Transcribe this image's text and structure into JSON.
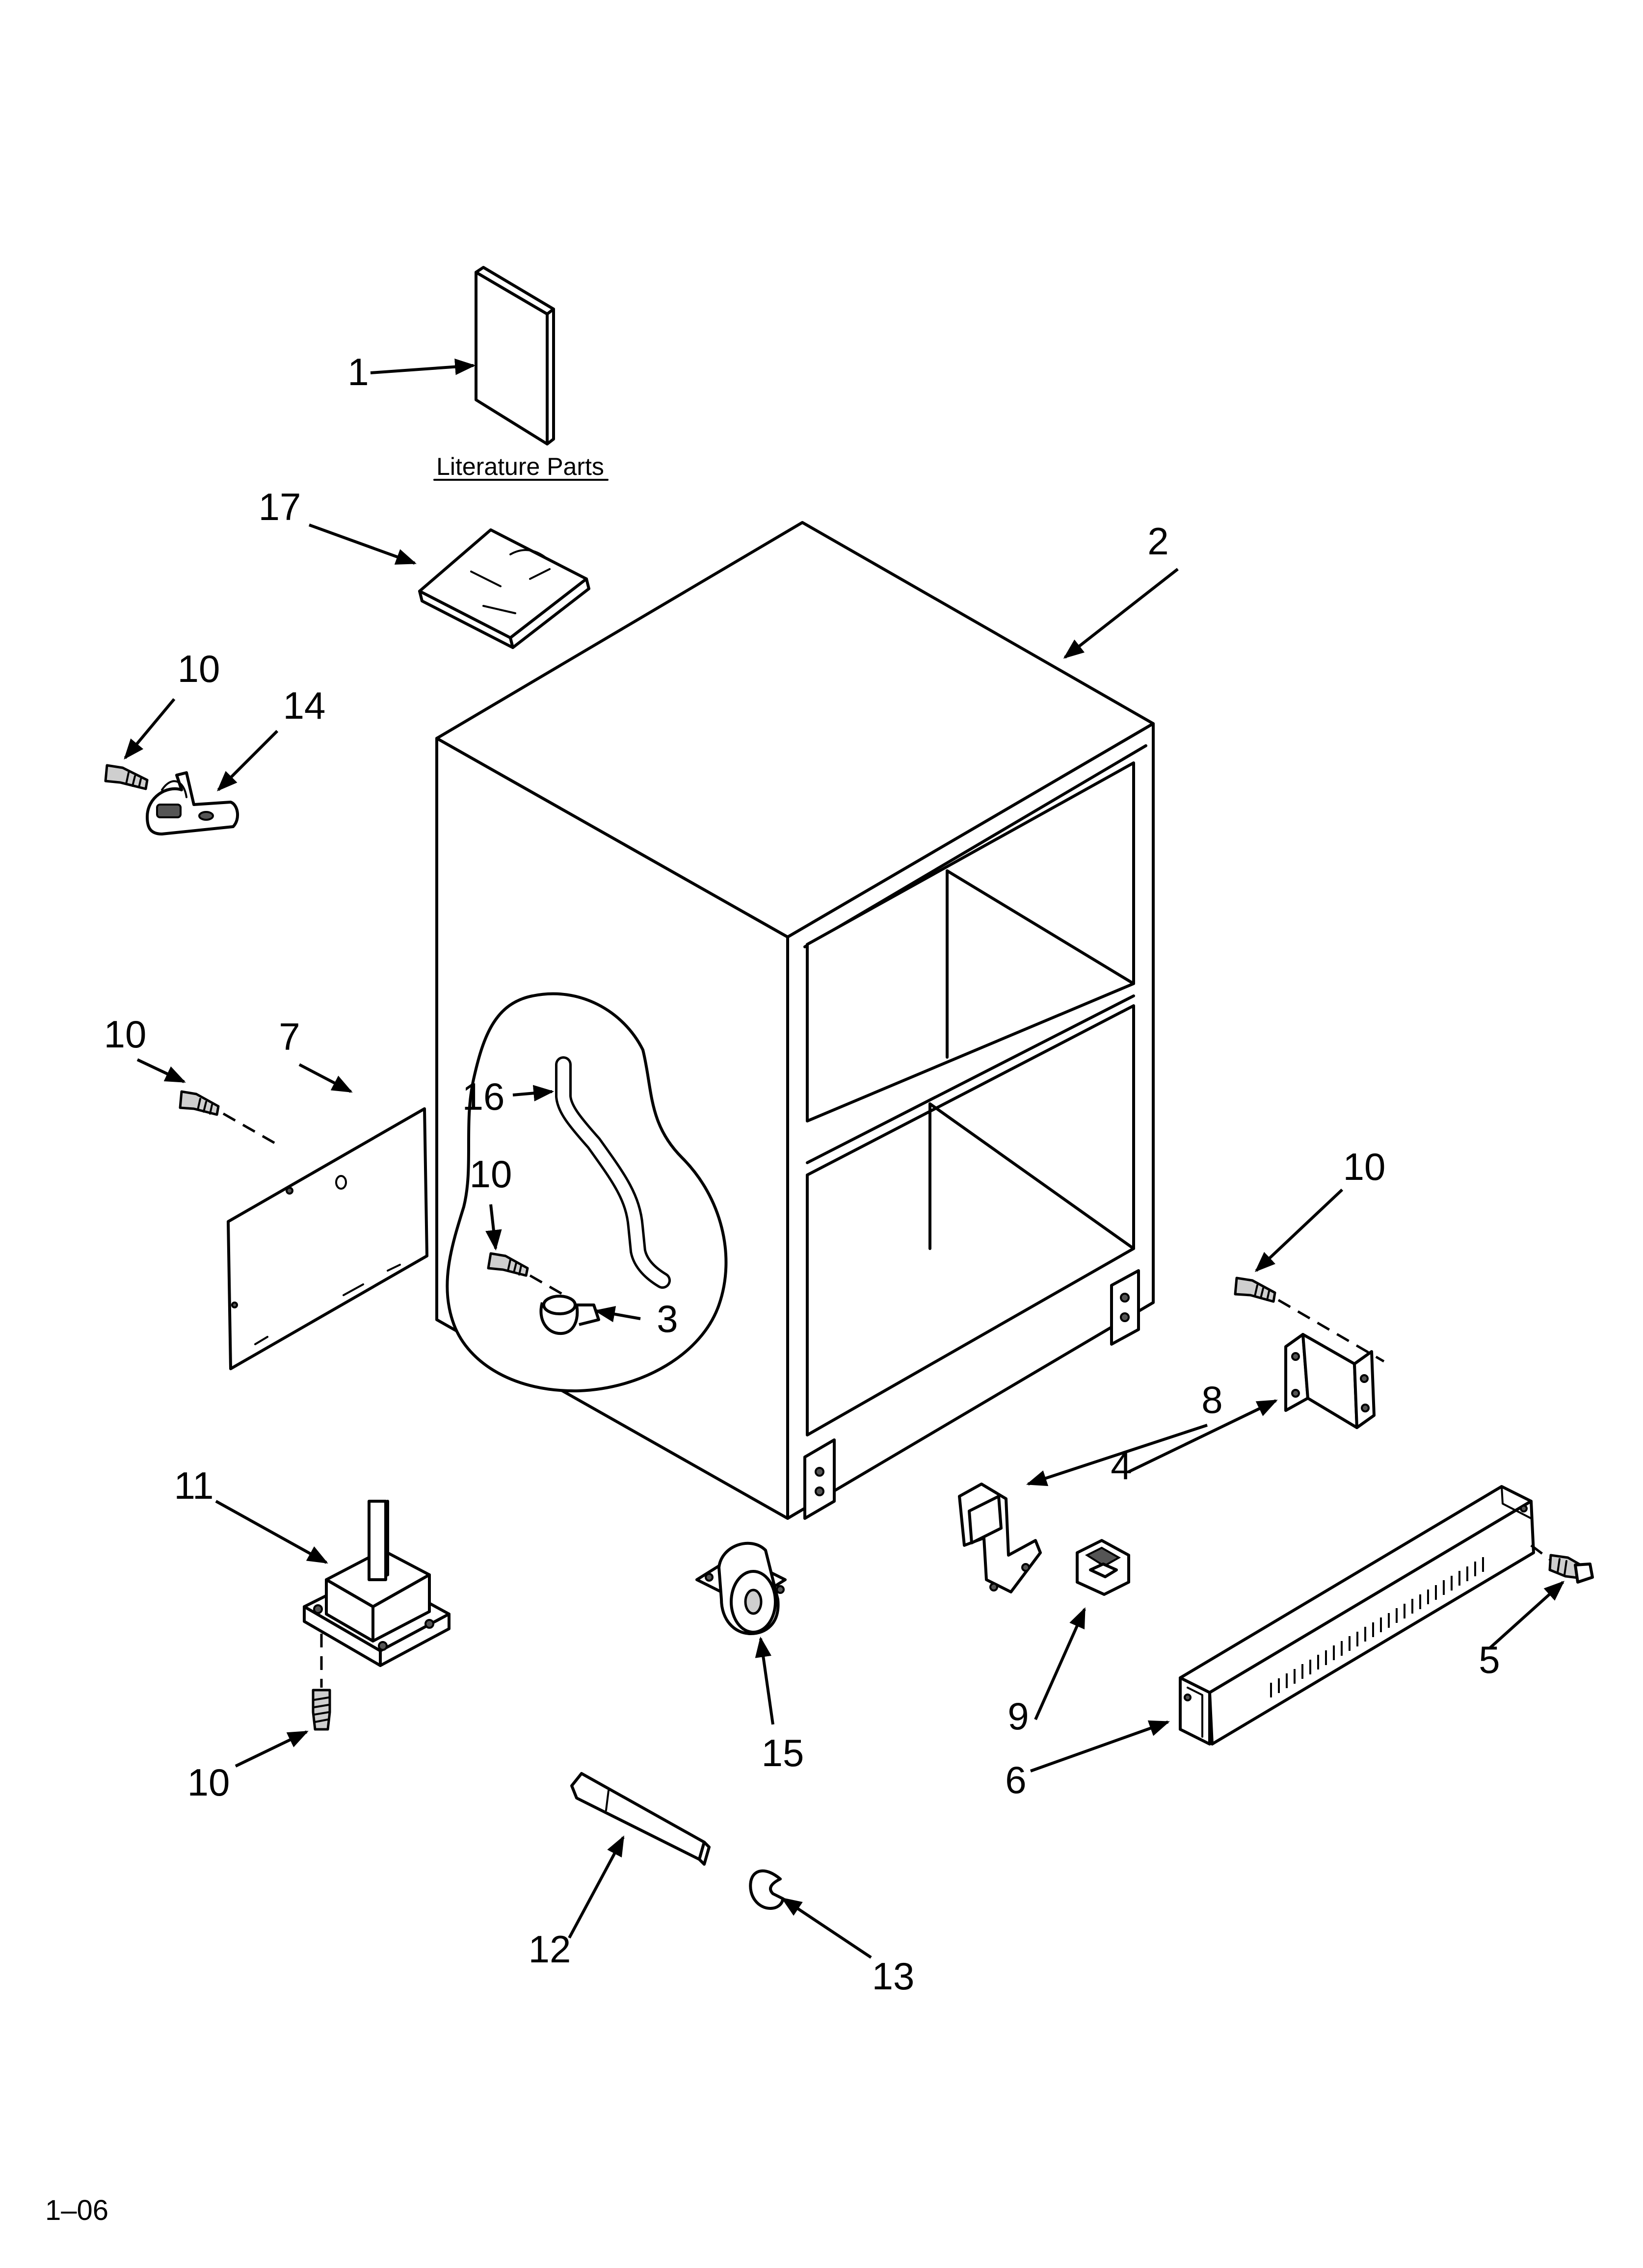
{
  "caption": "Literature Parts",
  "footer": "1–06",
  "callouts": {
    "c1": "1",
    "c2": "2",
    "c3": "3",
    "c4": "4",
    "c5": "5",
    "c6": "6",
    "c7": "7",
    "c8": "8",
    "c9": "9",
    "c10_a": "10",
    "c10_b": "10",
    "c10_c": "10",
    "c10_d": "10",
    "c10_e": "10",
    "c11": "11",
    "c12": "12",
    "c13": "13",
    "c14": "14",
    "c15": "15",
    "c16": "16",
    "c17": "17"
  }
}
